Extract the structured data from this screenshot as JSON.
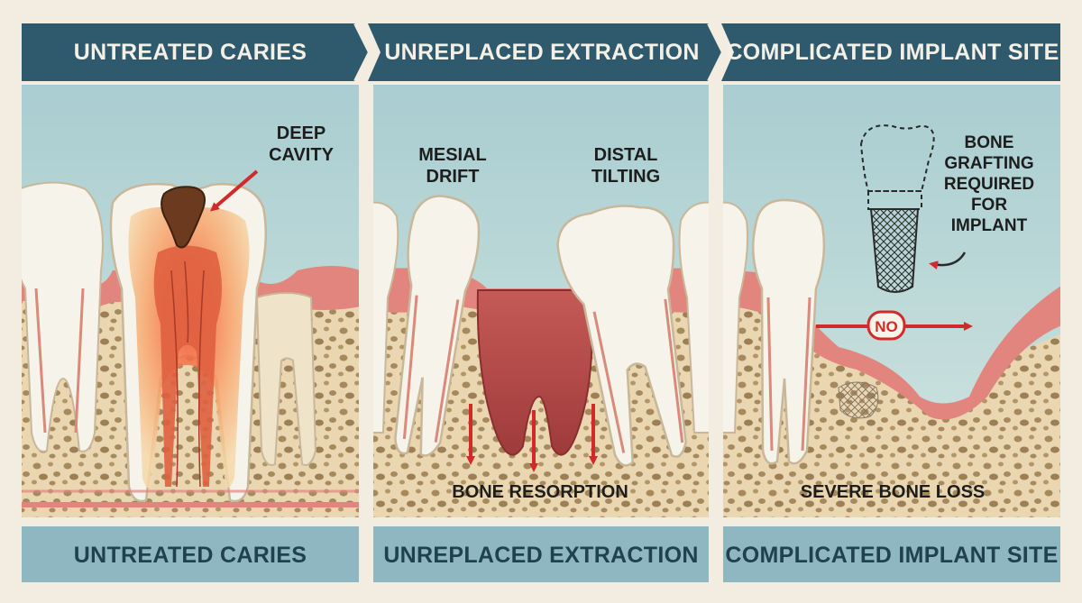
{
  "header": {
    "stage1": "UNTREATED CARIES",
    "stage2": "UNREPLACED EXTRACTION",
    "stage3": "COMPLICATED IMPLANT SITE"
  },
  "footer": {
    "stage1": "UNTREATED CARIES",
    "stage2": "UNREPLACED EXTRACTION",
    "stage3": "COMPLICATED IMPLANT SITE"
  },
  "panel1": {
    "label_line1": "DEEP",
    "label_line2": "CAVITY"
  },
  "panel2": {
    "mesial_line1": "MESIAL",
    "mesial_line2": "DRIFT",
    "distal_line1": "DISTAL",
    "distal_line2": "TILTING",
    "bottom": "BONE RESORPTION"
  },
  "panel3": {
    "graft_line1": "BONE",
    "graft_line2": "GRAFTING",
    "graft_line3": "REQUIRED",
    "graft_line4": "FOR",
    "graft_line5": "IMPLANT",
    "no_badge": "NO",
    "bottom": "SEVERE BONE LOSS"
  },
  "colors": {
    "header": "#2f5a6d",
    "footer": "#8fb7c2",
    "sky": "#b4d3d6",
    "gum": "#e2857f",
    "bone": "#ead7b2",
    "enamel": "#f6f3ea",
    "arrow": "#d22a2a"
  }
}
